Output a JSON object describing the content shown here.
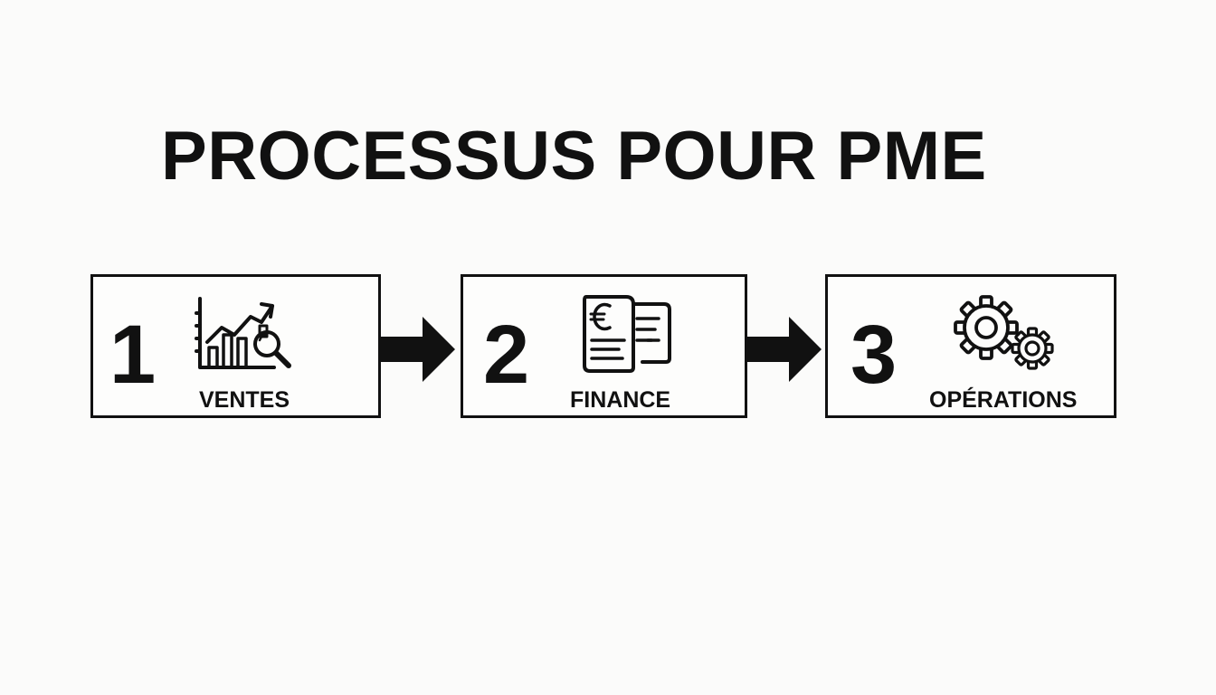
{
  "diagram": {
    "title": "PROCESSUS POUR PME",
    "steps": [
      {
        "number": "1",
        "label": "VENTES",
        "icon": "sales-chart-magnifier-icon"
      },
      {
        "number": "2",
        "label": "FINANCE",
        "icon": "euro-invoice-icon"
      },
      {
        "number": "3",
        "label": "OPÉRATIONS",
        "icon": "gears-icon"
      }
    ],
    "connectors": [
      {
        "from": "1",
        "to": "2",
        "icon": "arrow-right-icon"
      },
      {
        "from": "2",
        "to": "3",
        "icon": "arrow-right-icon"
      }
    ],
    "colors": {
      "background": "#fbfbfa",
      "foreground": "#111111"
    }
  }
}
